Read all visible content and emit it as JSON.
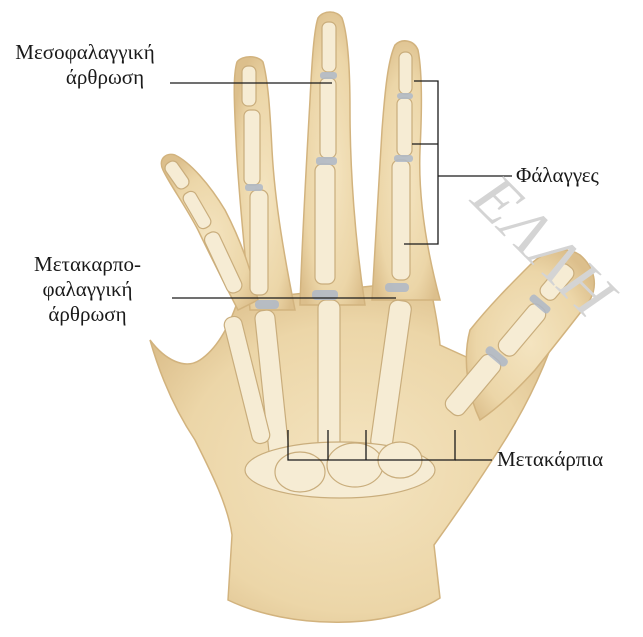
{
  "labels": {
    "pip_joint": [
      "Μεσοφαλαγγική",
      "άρθρωση"
    ],
    "mcp_joint": [
      "Μετακαρπο-",
      "φαλαγγική",
      "άρθρωση"
    ],
    "phalanges": "Φάλαγγες",
    "metacarpals": "Μετακάρπια"
  },
  "watermark": "ΕΛΛΗ",
  "colors": {
    "skin": "#f0dcb4",
    "skin_shade": "#dfc08c",
    "bone": "#f6ecd4",
    "bone_outline": "#c9ad7c",
    "cartilage": "#aeb8c8",
    "line": "#1a1a1a"
  }
}
